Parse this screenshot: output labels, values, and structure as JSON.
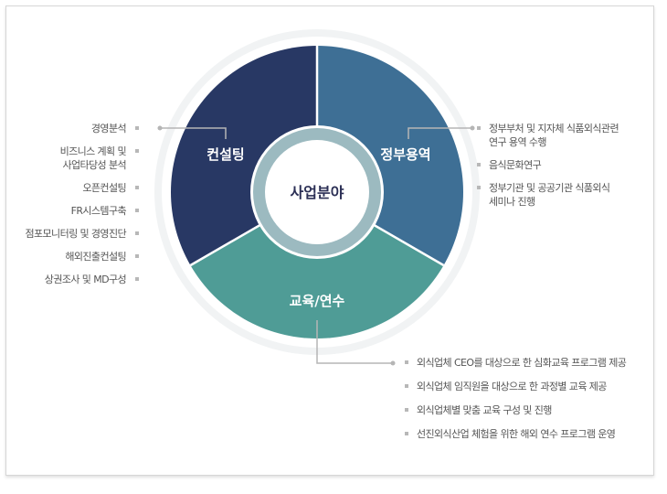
{
  "center_label": "사업분야",
  "colors": {
    "consulting": "#283864",
    "government": "#3e6f95",
    "education": "#4f9c96",
    "center_ring": "#9cbac0",
    "connector": "#b5b5b5"
  },
  "segments": {
    "consulting": {
      "label": "컨설팅",
      "items": [
        "경영분석",
        "비즈니스 계획 및\n사업타당성 분석",
        "오픈컨설팅",
        "FR시스템구축",
        "점포모니터링 및 경영진단",
        "해외진출컨설팅",
        "상권조사 및 MD구성"
      ]
    },
    "government": {
      "label": "정부용역",
      "items": [
        "정부부처 및 지자체 식품외식관련\n연구 용역 수행",
        "음식문화연구",
        "정부기관 및 공공기관 식품외식\n세미나 진행"
      ]
    },
    "education": {
      "label": "교육/연수",
      "items": [
        "외식업체 CEO를 대상으로 한 심화교육 프로그램 제공",
        "외식업체 임직원을 대상으로 한 과정별 교육 제공",
        "외식업체별 맞춤 교육 구성 및 진행",
        "선진외식산업 체험을 위한 해외 연수 프로그램 운영"
      ]
    }
  }
}
